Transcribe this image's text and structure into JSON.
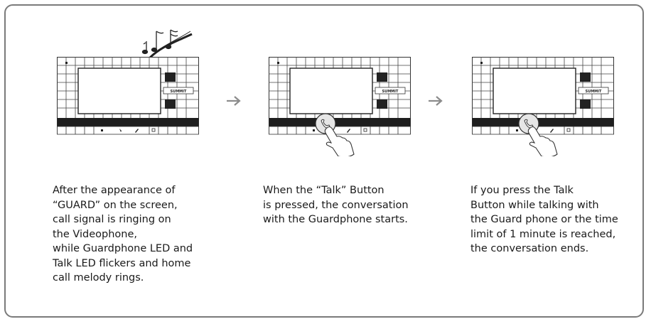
{
  "panel_logo": "SUMMIT",
  "steps": [
    {
      "caption": "After the appearance of\n“GUARD” on the screen,\ncall signal is ringing on\nthe Videophone,\nwhile Guardphone LED and\nTalk LED flickers and home\ncall melody rings."
    },
    {
      "caption": "When the “Talk” Button\nis pressed, the conversation\nwith the Guardphone starts."
    },
    {
      "caption": "If you press the Talk\nButton while  talking with\nthe Guard phone or the time\nlimit of 1 minute is reached,\nthe conversation ends."
    }
  ],
  "icons": {
    "notes": "music-notes-icon",
    "arrow": "arrow-right-icon",
    "hand": "pointing-hand-icon",
    "talk": "phone-icon"
  },
  "colors": {
    "frame": "#7a7a7a",
    "arrow": "#8c8c8c",
    "strip": "#1e1e1e",
    "text": "#1a1a1a"
  }
}
